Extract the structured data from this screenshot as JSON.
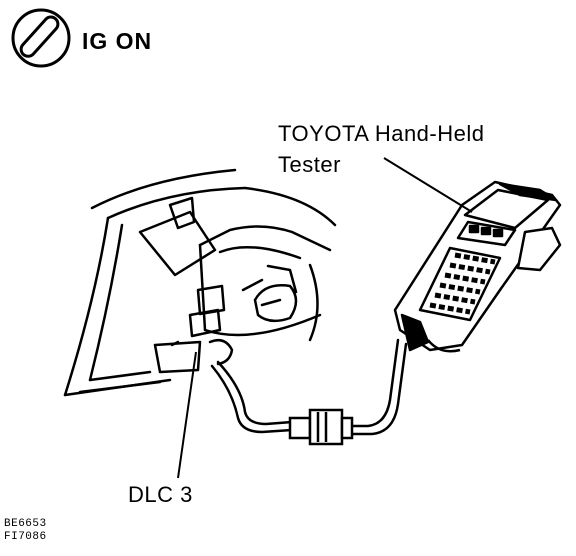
{
  "ignition_label": "IG ON",
  "tester_label_line1": "TOYOTA Hand-Held",
  "tester_label_line2": "Tester",
  "connector_label": "DLC 3",
  "figure_codes": [
    "BE6653",
    "FI7086"
  ]
}
